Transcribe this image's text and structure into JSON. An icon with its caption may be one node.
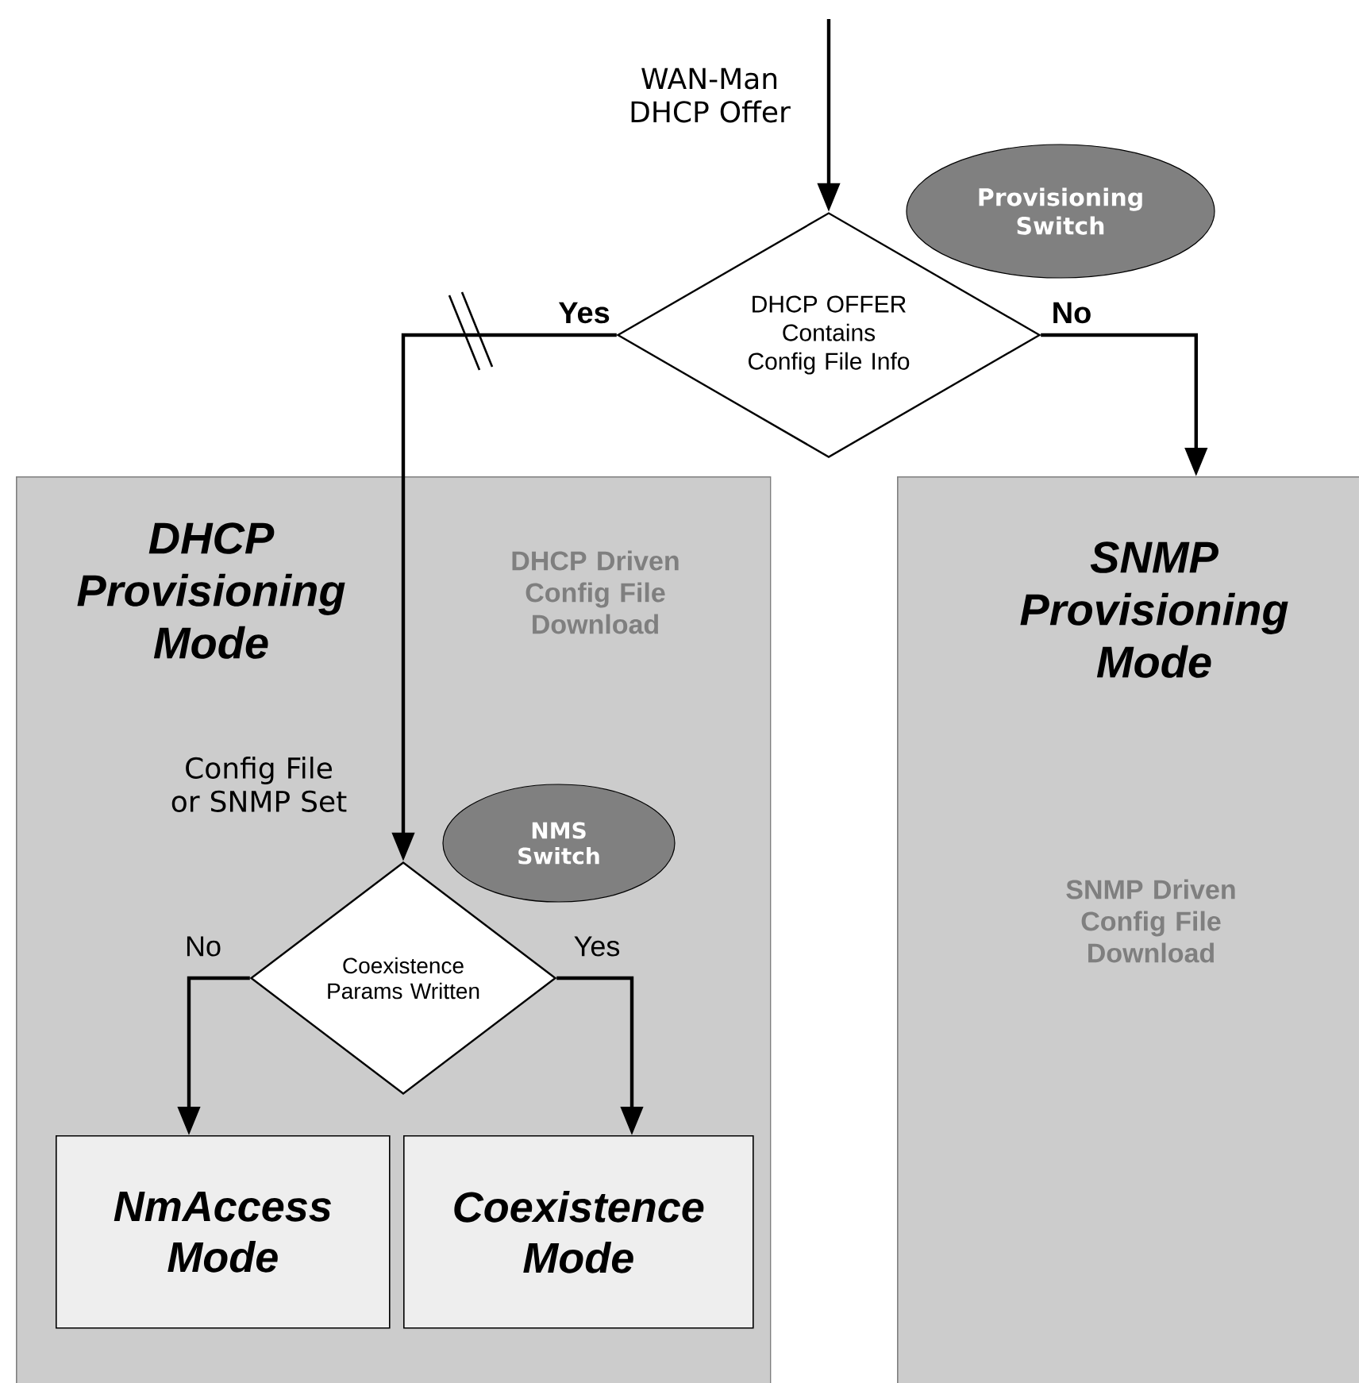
{
  "diagram": {
    "nodes": [
      {
        "text": [
          "DHCP OFFER Contains Config File Info"
        ]
      },
      {
        "text": [
          "Provisioning Switch"
        ]
      },
      {
        "text": [
          "DHCP Provisioning Mode",
          "DHCP Driven Config File Download"
        ]
      },
      {
        "text": [
          "SNMP Provisioning Mode",
          "SNMP Driven Config File Download"
        ]
      },
      {
        "text": [
          "NMS Switch"
        ],
        "in": 2
      },
      {
        "text": [
          "Coexistence Params Written"
        ],
        "in": 2
      },
      {
        "text": [
          "NmAccess Mode"
        ],
        "in": 2
      },
      {
        "text": [
          "Coexistence Mode"
        ],
        "in": 2
      }
    ],
    "edges": [
      {
        "from": null,
        "to": 0,
        "arrow": "to",
        "label": "WAN-Man DHCP Offer"
      },
      {
        "from": 0,
        "to": 5,
        "arrow": "to",
        "label": "Yes"
      },
      {
        "from": 0,
        "to": 3,
        "arrow": "to",
        "label": "No"
      },
      {
        "from": 5,
        "to": 6,
        "arrow": "to",
        "label": "No"
      },
      {
        "from": 5,
        "to": 7,
        "arrow": "to",
        "label": "Yes"
      }
    ],
    "labels": [
      "Config File or SNMP Set"
    ]
  }
}
